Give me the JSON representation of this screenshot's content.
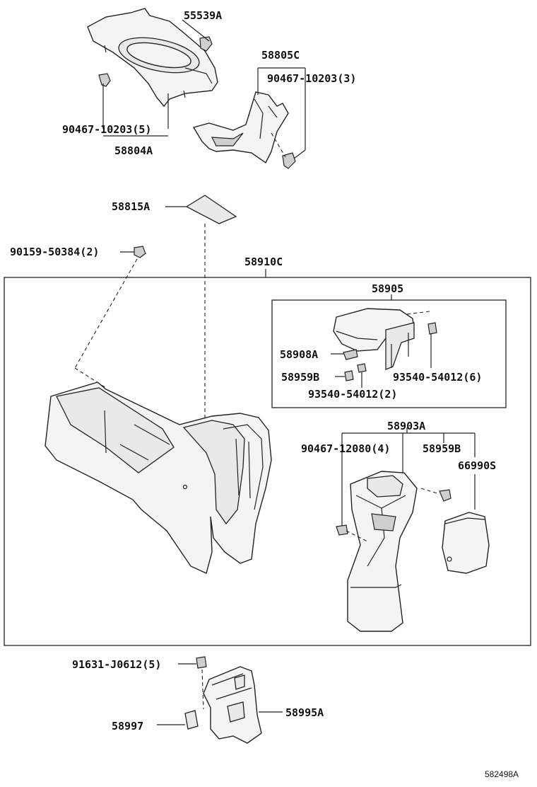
{
  "labels": {
    "p55539A": "55539A",
    "p58805C": "58805C",
    "p90467_10203_3": "90467-10203(3)",
    "p90467_10203_5": "90467-10203(5)",
    "p58804A": "58804A",
    "p58815A": "58815A",
    "p90159_50384_2": "90159-50384(2)",
    "p58910C": "58910C",
    "p58905": "58905",
    "p58908A": "58908A",
    "p58959B_a": "58959B",
    "p93540_54012_6": "93540-54012(6)",
    "p93540_54012_2": "93540-54012(2)",
    "p58903A": "58903A",
    "p90467_12080_4": "90467-12080(4)",
    "p58959B_b": "58959B",
    "p66990S": "66990S",
    "p91631_J0612_5": "91631-J0612(5)",
    "p58997": "58997",
    "p58995A": "58995A"
  },
  "diagram_code": "582498A"
}
